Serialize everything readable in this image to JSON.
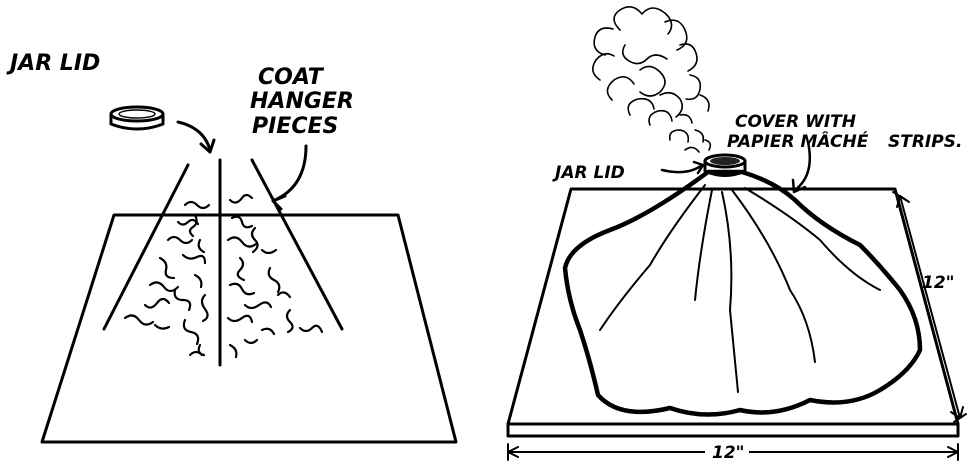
{
  "left_panel": {
    "label_jar_lid": "JAR LID",
    "label_coat_hanger": [
      "COAT",
      "HANGER",
      "PIECES"
    ]
  },
  "right_panel": {
    "label_jar_lid": "JAR LID",
    "label_cover": [
      "COVER WITH",
      "PAPIER MÂCHÉ",
      "STRIPS."
    ],
    "dimension_height": "12\"",
    "dimension_width": "12\""
  }
}
